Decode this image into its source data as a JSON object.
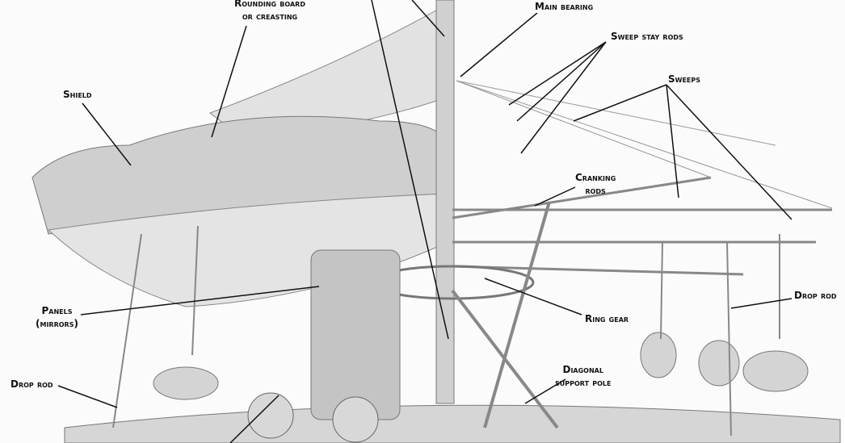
{
  "labels": {
    "rounding_board": "Rounding board",
    "rounding_board_2": "or creasting",
    "main_bearing": "Main bearing",
    "sweep_stay_rods": "Sweep stay rods",
    "sweeps": "Sweeps",
    "shield": "Shield",
    "cranking_rods": "Cranking",
    "cranking_rods_2": "rods",
    "panels": "Panels",
    "panels_2": "(mirrors)",
    "ring_gear": "Ring gear",
    "drop_rod_left": "Drop rod",
    "drop_rod_right": "Drop rod",
    "diagonal_support": "Diagonal",
    "diagonal_support_2": "support pole"
  },
  "colors": {
    "ink": "#111111",
    "sketch": "#8a8a8a",
    "shade": "#c8c8c8"
  }
}
